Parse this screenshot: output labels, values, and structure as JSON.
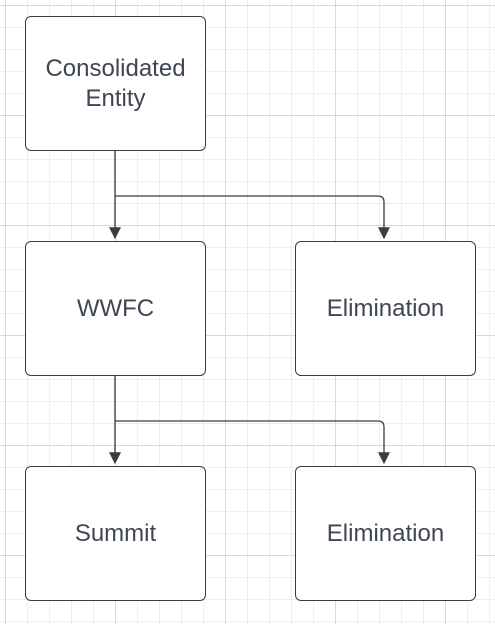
{
  "diagram": {
    "nodes": {
      "consolidated": {
        "label": "Consolidated Entity"
      },
      "wwfc": {
        "label": "WWFC"
      },
      "elimination_1": {
        "label": "Elimination"
      },
      "summit": {
        "label": "Summit"
      },
      "elimination_2": {
        "label": "Elimination"
      }
    },
    "edges": [
      {
        "from": "Consolidated Entity",
        "to": "WWFC"
      },
      {
        "from": "Consolidated Entity",
        "to": "Elimination"
      },
      {
        "from": "WWFC",
        "to": "Summit"
      },
      {
        "from": "WWFC",
        "to": "Elimination"
      }
    ]
  }
}
